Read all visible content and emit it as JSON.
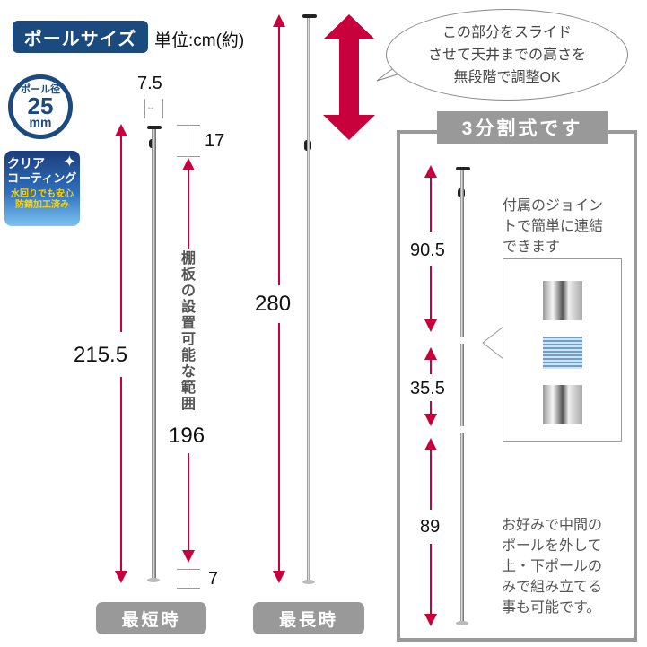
{
  "header": {
    "title": "ポールサイズ",
    "unit": "単位:cm(約)"
  },
  "badges": {
    "diameter": {
      "line1": "ポール径",
      "value": "25",
      "unit": "mm"
    },
    "coating": {
      "line1": "クリア",
      "line2": "コーティング",
      "line3": "水回りでも安心",
      "line4": "防錆加工済み"
    }
  },
  "shortest": {
    "label": "最短時",
    "top_width": "7.5",
    "total": "215.5",
    "top_section": "17",
    "shelf_range_label": [
      "棚",
      "板",
      "の",
      "設",
      "置",
      "可",
      "能",
      "な",
      "範",
      "囲"
    ],
    "shelf_range": "196",
    "bottom_section": "7"
  },
  "longest": {
    "label": "最長時",
    "total": "280"
  },
  "slide_bubble": {
    "lines": [
      "この部分をスライド",
      "させて天井までの高さを",
      "無段階で調整OK"
    ]
  },
  "three_piece": {
    "title": "3分割式です",
    "sections": [
      "90.5",
      "35.5",
      "89"
    ],
    "joint_note": [
      "付属のジョイン",
      "トで簡単に連結",
      "できます"
    ],
    "assembly_note": [
      "お好みで中間の",
      "ポールを外して",
      "上・下ポールの",
      "みで組み立てる",
      "事も可能です。"
    ]
  },
  "colors": {
    "navy": "#1a4a7e",
    "accent_red": "#c8003c",
    "gray": "#999999"
  }
}
